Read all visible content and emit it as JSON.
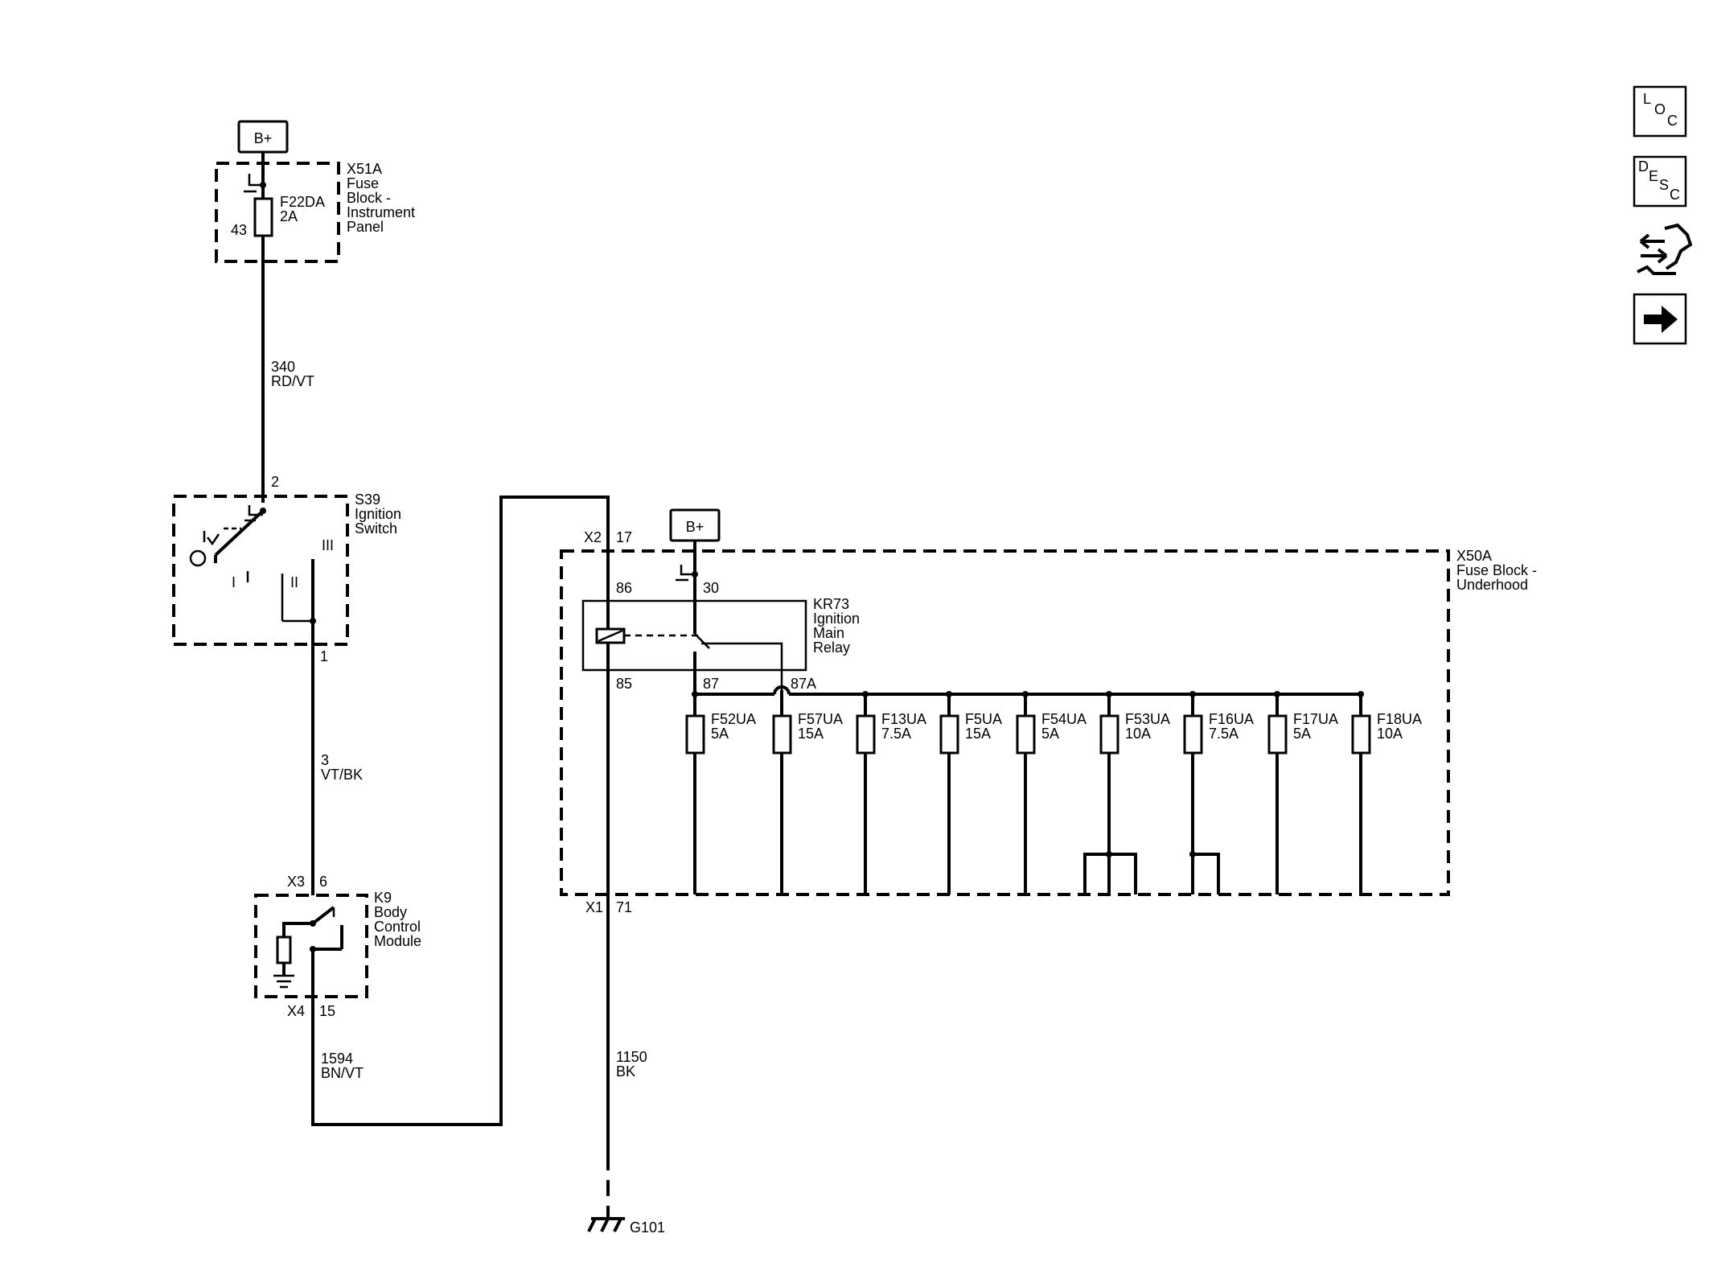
{
  "power": {
    "bplus_top": "B+",
    "bplus_relay": "B+"
  },
  "x51a": {
    "id": "X51A",
    "name": [
      "Fuse",
      "Block -",
      "Instrument",
      "Panel"
    ],
    "fuse": "F22DA",
    "rating": "2A",
    "pin": "43"
  },
  "wire_340": {
    "circuit": "340",
    "color": "RD/VT"
  },
  "s39": {
    "id": "S39",
    "name": [
      "Ignition",
      "Switch"
    ],
    "pin_in": "2",
    "pin_out": "1",
    "pos_1": "I",
    "pos_2": "II",
    "pos_3": "III"
  },
  "wire_3": {
    "circuit": "3",
    "color": "VT/BK"
  },
  "k9": {
    "id": "K9",
    "name": [
      "Body",
      "Control",
      "Module"
    ],
    "conn_in": "X3",
    "pin_in": "6",
    "conn_out": "X4",
    "pin_out": "15"
  },
  "wire_1594": {
    "circuit": "1594",
    "color": "BN/VT"
  },
  "x50a": {
    "id": "X50A",
    "name": [
      "Fuse Block -",
      "Underhood"
    ],
    "conn_top": "X2",
    "pin_top": "17",
    "conn_bottom": "X1",
    "pin_bottom": "71"
  },
  "kr73": {
    "id": "KR73",
    "name": [
      "Ignition",
      "Main",
      "Relay"
    ],
    "pin_86": "86",
    "pin_30": "30",
    "pin_85": "85",
    "pin_87": "87",
    "pin_87a": "87A"
  },
  "fuses": [
    {
      "name": "F52UA",
      "rating": "5A"
    },
    {
      "name": "F57UA",
      "rating": "15A"
    },
    {
      "name": "F13UA",
      "rating": "7.5A"
    },
    {
      "name": "F5UA",
      "rating": "15A"
    },
    {
      "name": "F54UA",
      "rating": "5A"
    },
    {
      "name": "F53UA",
      "rating": "10A"
    },
    {
      "name": "F16UA",
      "rating": "7.5A"
    },
    {
      "name": "F17UA",
      "rating": "5A"
    },
    {
      "name": "F18UA",
      "rating": "10A"
    }
  ],
  "wire_1150": {
    "circuit": "1150",
    "color": "BK"
  },
  "ground": {
    "id": "G101"
  },
  "nav_icons": {
    "loc": [
      "L",
      "O",
      "C"
    ],
    "desc": [
      "D",
      "E",
      "S",
      "C"
    ],
    "connector_repair": "connector-repair-icon",
    "next": "arrow-right-icon"
  }
}
